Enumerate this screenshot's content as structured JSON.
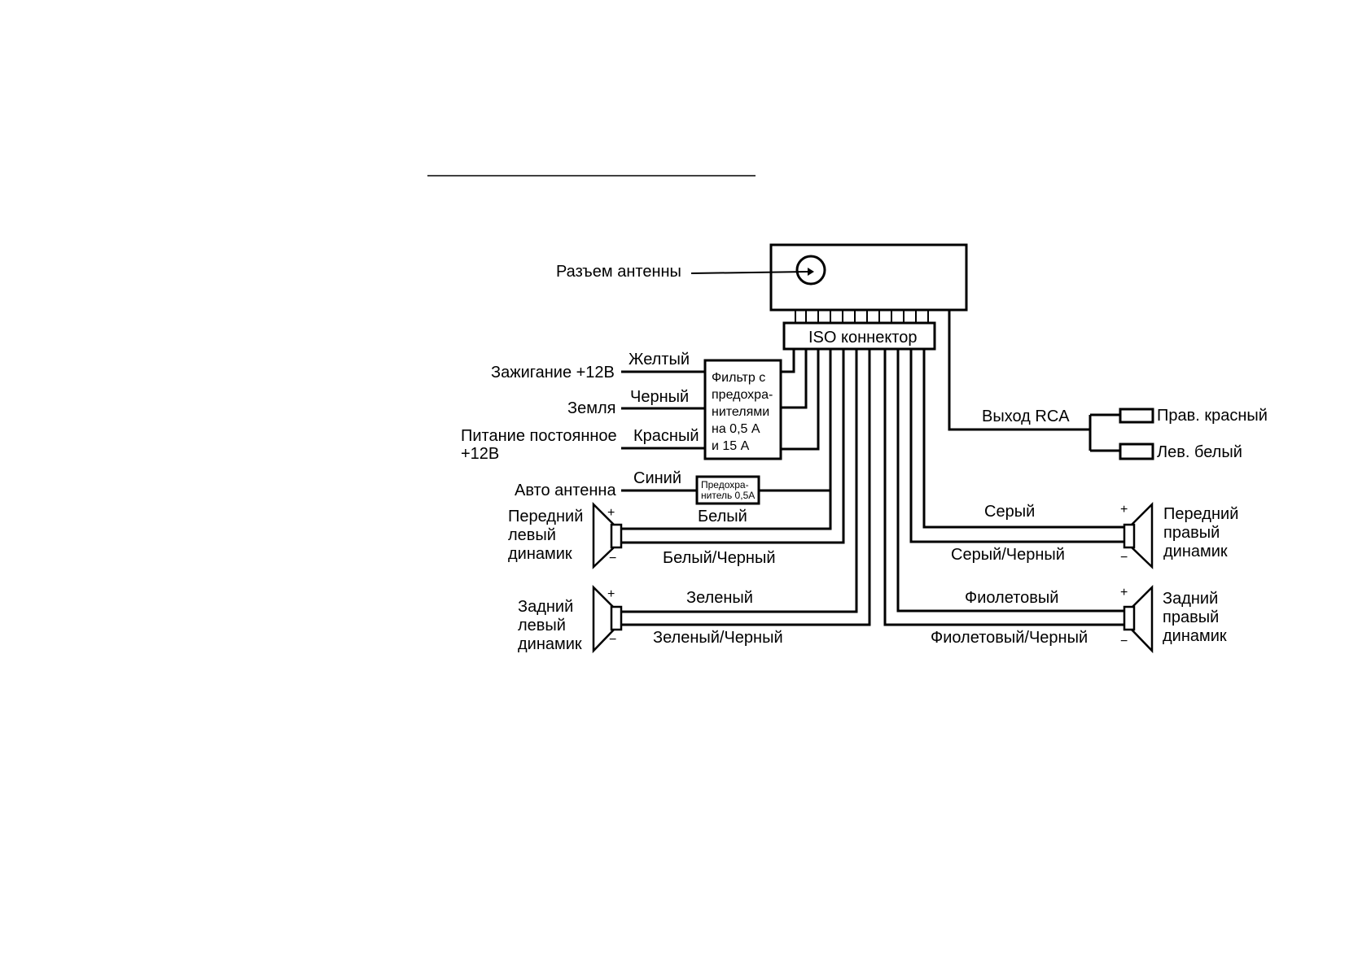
{
  "labels": {
    "antenna_connector": "Разъем антенны",
    "iso_connector": "ISO коннектор",
    "ignition": "Зажигание +12В",
    "ground": "Земля",
    "constant_power_line1": "Питание постоянное",
    "constant_power_line2": "+12В",
    "auto_antenna": "Авто антенна",
    "filter_lines": [
      "Фильтр с",
      "предохра-",
      "нителями",
      "на 0,5 А",
      "и 15 А"
    ],
    "fuse_lines": [
      "Предохра-",
      "нитель 0,5А"
    ],
    "rca_output": "Выход RCA",
    "rca_right": "Прав. красный",
    "rca_left": "Лев. белый",
    "front_left_speaker": [
      "Передний",
      "левый",
      "динамик"
    ],
    "rear_left_speaker": [
      "Задний",
      "левый",
      "динамик"
    ],
    "front_right_speaker": [
      "Передний",
      "правый",
      "динамик"
    ],
    "rear_right_speaker": [
      "Задний",
      "правый",
      "динамик"
    ],
    "plus": "+",
    "minus": "−"
  },
  "wires": {
    "yellow": "Желтый",
    "black": "Черный",
    "red": "Красный",
    "blue": "Синий",
    "white": "Белый",
    "white_black": "Белый/Черный",
    "green": "Зеленый",
    "green_black": "Зеленый/Черный",
    "gray": "Серый",
    "gray_black": "Серый/Черный",
    "violet": "Фиолетовый",
    "violet_black": "Фиолетовый/Черный"
  }
}
